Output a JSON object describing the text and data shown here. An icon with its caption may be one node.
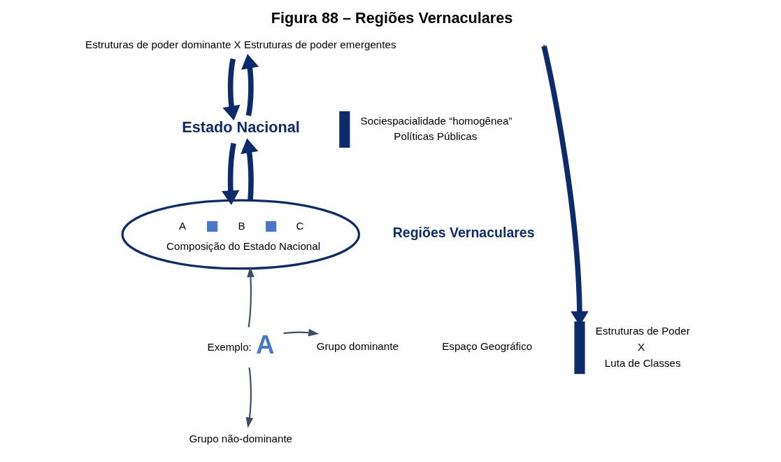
{
  "diagram": {
    "title": "Figura 88 – Regiões Vernaculares",
    "nodes": [
      {
        "text": [
          "Estruturas de poder dominante X Estruturas de poder emergentes"
        ]
      },
      {
        "text": [
          "Estado Nacional"
        ]
      },
      {
        "text": [
          "A",
          "B",
          "C",
          "Composição do Estado Nacional"
        ]
      },
      {
        "text": [
          "Sociespacialidade “homogênea”",
          "Políticas Públicas"
        ]
      },
      {
        "text": [
          "A"
        ],
        "beside": [
          "Exemplo:"
        ]
      },
      {
        "text": [
          "Grupo dominante"
        ]
      },
      {
        "text": [
          "Grupo não-dominante"
        ]
      },
      {
        "text": [
          "Espaço Geográfico"
        ]
      },
      {
        "text": [
          "Estruturas de Poder",
          "X",
          "Luta de Classes"
        ]
      }
    ],
    "edges": [
      {
        "from": 1,
        "to": 0,
        "arrow": "to"
      },
      {
        "from": 0,
        "to": 1,
        "arrow": "to"
      },
      {
        "from": 2,
        "to": 1,
        "arrow": "to"
      },
      {
        "from": 1,
        "to": 2,
        "arrow": "to"
      },
      {
        "from": 4,
        "to": 2,
        "arrow": "to",
        "color": "#3d4f66"
      },
      {
        "from": 4,
        "to": 5,
        "arrow": "to",
        "color": "#3d4f66"
      },
      {
        "from": 4,
        "to": 6,
        "arrow": "to",
        "color": "#3d4f66"
      },
      {
        "from": null,
        "to": 8,
        "arrow": "to"
      }
    ],
    "labels": [
      "Regiões Vernaculares"
    ]
  }
}
